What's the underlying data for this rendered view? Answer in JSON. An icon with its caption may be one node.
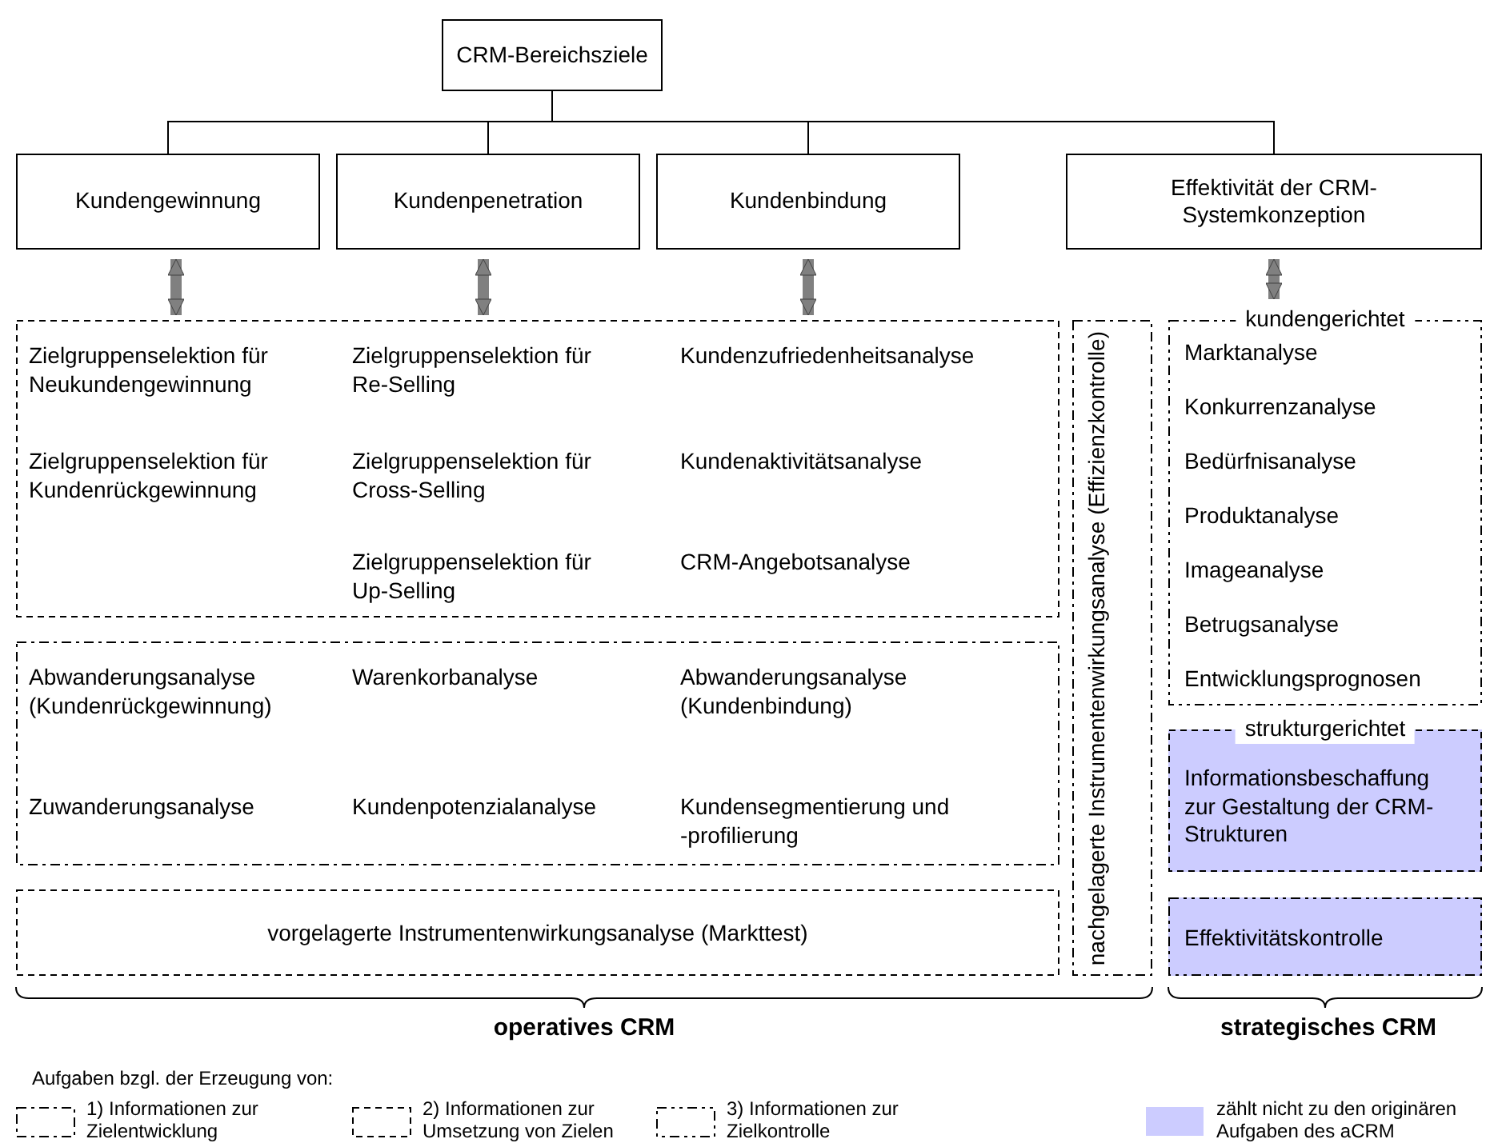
{
  "diagram": {
    "nodes": [
      {
        "text": [
          "CRM-Bereichsziele"
        ]
      },
      {
        "text": [
          "Kundengewinnung"
        ]
      },
      {
        "text": [
          "Kundenpenetration"
        ]
      },
      {
        "text": [
          "Kundenbindung"
        ]
      },
      {
        "text": [
          "Effektivität der CRM-Systemkonzeption"
        ]
      },
      {
        "text": [
          "Zielgruppenselektion für Neukundengewinnung",
          "Zielgruppenselektion für Kundenrückgewinnung",
          "Zielgruppenselektion für Re-Selling",
          "Zielgruppenselektion für Cross-Selling",
          "Zielgruppenselektion für Up-Selling",
          "Kundenzufriedenheitsanalyse",
          "Kundenaktivitätsanalyse",
          "CRM-Angebotsanalyse"
        ]
      },
      {
        "text": [
          "Abwanderungsanalyse (Kundenrückgewinnung)",
          "Zuwanderungsanalyse",
          "Warenkorbanalyse",
          "Kundenpotenzialanalyse",
          "Abwanderungsanalyse (Kundenbindung)",
          "Kundensegmentierung und -profilierung"
        ]
      },
      {
        "text": [
          "vorgelagerte Instrumentenwirkungsanalyse (Markttest)"
        ]
      },
      {
        "text": [
          "nachgelagerte Instrumentenwirkungsanalyse (Effizienzkontrolle)"
        ]
      },
      {
        "text": [
          "kundengerichtet",
          "Marktanalyse",
          "Konkurrenzanalyse",
          "Bedürfnisanalyse",
          "Produktanalyse",
          "Imageanalyse",
          "Betrugsanalyse",
          "Entwicklungsprognosen"
        ]
      },
      {
        "text": [
          "strukturgerichtet",
          "Informationsbeschaffung zur Gestaltung der CRM-Strukturen"
        ]
      },
      {
        "text": [
          "Effektivitätskontrolle"
        ]
      }
    ],
    "edges": [
      {
        "from": 0,
        "to": 1,
        "arrow": "none"
      },
      {
        "from": 0,
        "to": 2,
        "arrow": "none"
      },
      {
        "from": 0,
        "to": 3,
        "arrow": "none"
      },
      {
        "from": 0,
        "to": 4,
        "arrow": "none"
      },
      {
        "from": 1,
        "to": 5,
        "arrow": "both",
        "style": "thick",
        "color": "#808080"
      },
      {
        "from": 2,
        "to": 5,
        "arrow": "both",
        "style": "thick",
        "color": "#808080"
      },
      {
        "from": 3,
        "to": 5,
        "arrow": "both",
        "style": "thick",
        "color": "#808080"
      },
      {
        "from": 4,
        "to": 9,
        "arrow": "both",
        "style": "thick",
        "color": "#808080"
      }
    ],
    "labels": [
      "operatives CRM",
      "strategisches CRM",
      "Aufgaben bzgl. der Erzeugung von:"
    ],
    "legend": [
      {
        "text": "1) Informationen zur Zielentwicklung"
      },
      {
        "text": "2) Informationen zur Umsetzung von Zielen"
      },
      {
        "text": "3) Informationen zur Zielkontrolle"
      },
      {
        "text": "zählt nicht zu den originären Aufgaben des aCRM",
        "color": "#ccccff"
      }
    ]
  }
}
